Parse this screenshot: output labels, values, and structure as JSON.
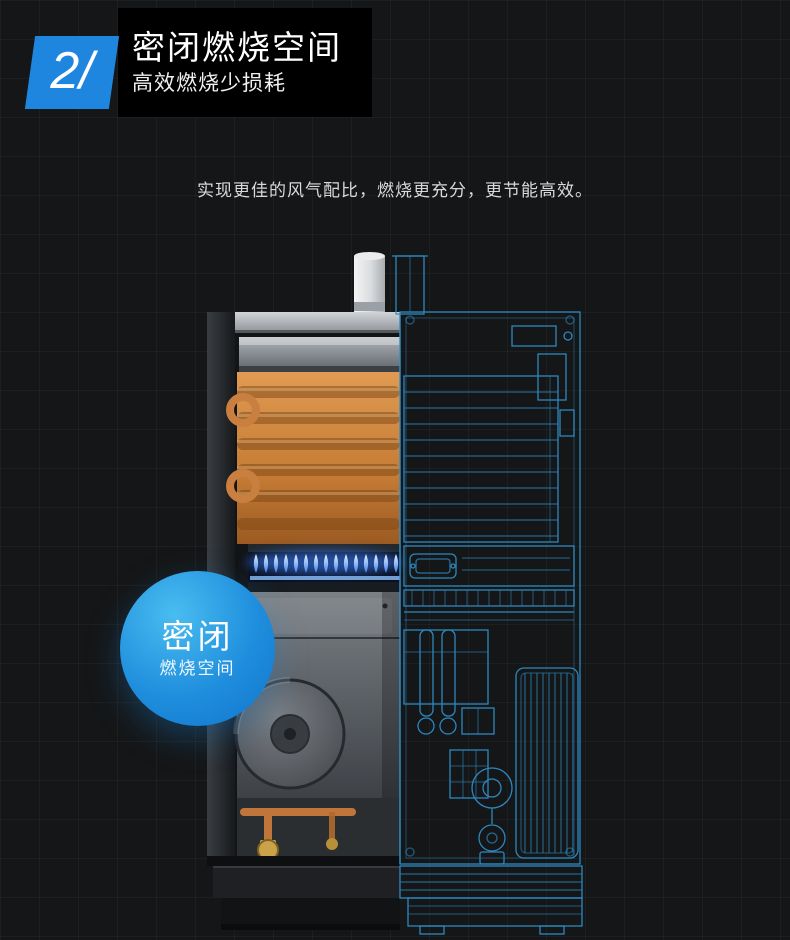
{
  "colors": {
    "background": "#151617",
    "title_panel": "#000000",
    "accent_blue": "#1e86df",
    "blueprint_blue": "#2e8ec9",
    "copper": "#c77f3e",
    "flame_blue": "#4b8df0",
    "callout_blue": "#1f8edd"
  },
  "header": {
    "index": "2/",
    "title": "密闭燃烧空间",
    "subtitle": "高效燃烧少损耗"
  },
  "description": "实现更佳的风气配比，燃烧更充分，更节能高效。",
  "callout": {
    "title": "密闭",
    "subtitle": "燃烧空间"
  }
}
